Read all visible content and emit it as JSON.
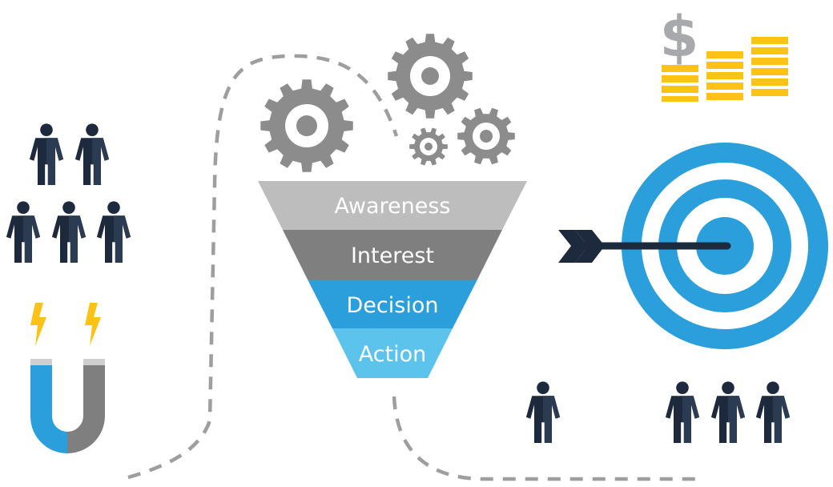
{
  "funnel": {
    "stages": [
      {
        "label": "Awareness",
        "color": "#bdbdbd"
      },
      {
        "label": "Interest",
        "color": "#7f7f7f"
      },
      {
        "label": "Decision",
        "color": "#2a9fdc"
      },
      {
        "label": "Action",
        "color": "#5cc4ec"
      }
    ]
  },
  "icons": {
    "gear": "gear-icon",
    "person": "person-icon",
    "magnet": "magnet-icon",
    "lightning": "lightning-bolt-icon",
    "target": "target-icon",
    "arrow": "arrow-icon",
    "money": "dollar-coins-icon"
  },
  "colors": {
    "person": "#1d2a3d",
    "gear": "#8c8c8c",
    "target": "#2a9fdc",
    "gold": "#fcc316",
    "dollar": "#a7a9ac",
    "path": "#9e9e9e",
    "magnet_left": "#2a9fdc",
    "magnet_right": "#7f7f7f"
  },
  "currency_symbol": "$"
}
